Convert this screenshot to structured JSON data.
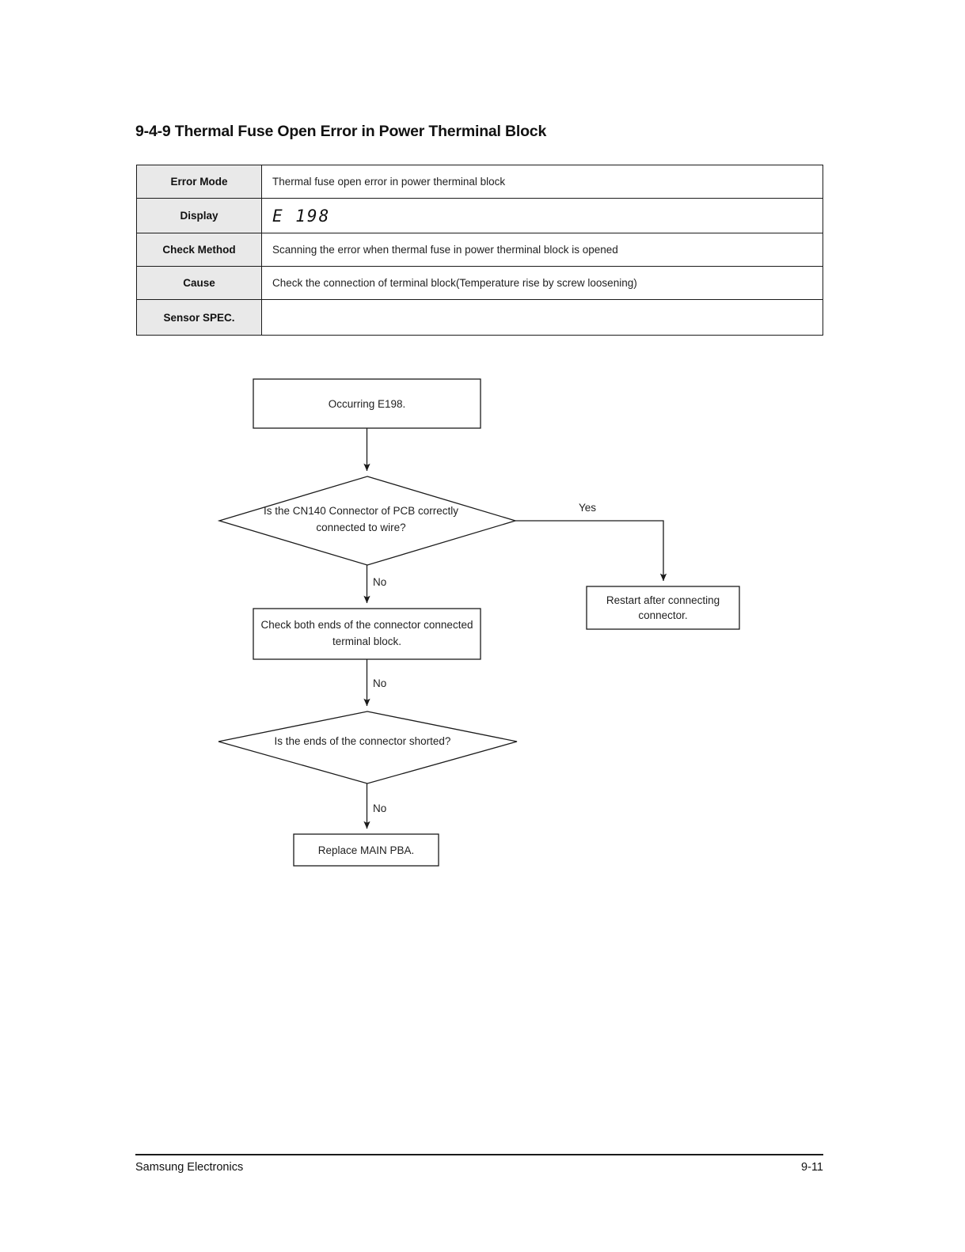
{
  "page": {
    "title": "9-4-9 Thermal Fuse Open Error in Power Therminal Block"
  },
  "spec_table": {
    "rows": [
      {
        "label": "Error Mode",
        "value": "Thermal fuse open error in power therminal block"
      },
      {
        "label": "Display",
        "value": "E 198"
      },
      {
        "label": "Check Method",
        "value": "Scanning the error when thermal fuse in power therminal block is opened"
      },
      {
        "label": "Cause",
        "value": "Check the connection of terminal block(Temperature rise by screw loosening)"
      },
      {
        "label": "Sensor SPEC.",
        "value": ""
      }
    ]
  },
  "flowchart": {
    "nodes": {
      "start": {
        "text": "Occurring E198."
      },
      "decision1_l1": {
        "text": "Is the CN140 Connector of PCB correctly"
      },
      "decision1_l2": {
        "text": "connected to wire?"
      },
      "restart_l1": {
        "text": "Restart after connecting"
      },
      "restart_l2": {
        "text": "connector."
      },
      "check_l1": {
        "text": "Check both ends of the connector connected"
      },
      "check_l2": {
        "text": "terminal block."
      },
      "decision2": {
        "text": "Is the ends of the connector shorted?"
      },
      "replace": {
        "text": "Replace MAIN PBA."
      }
    },
    "edge_labels": {
      "yes": "Yes",
      "no_1": "No",
      "no_2": "No",
      "no_3": "No"
    }
  },
  "footer": {
    "left": "Samsung Electronics",
    "right": "9-11"
  }
}
